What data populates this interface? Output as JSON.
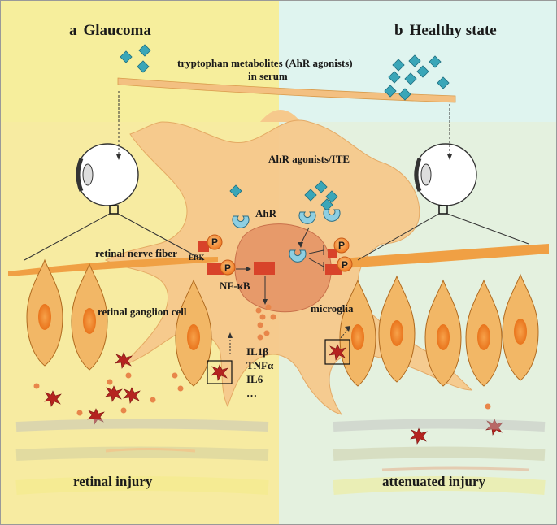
{
  "panels": {
    "left": {
      "letter": "a",
      "title": "Glaucoma",
      "bg": "#f6ee9c",
      "bg_lower": "#f4e79d"
    },
    "right": {
      "letter": "b",
      "title": "Healthy state",
      "bg": "#dff4ef",
      "bg_lower": "#e3efd5"
    }
  },
  "labels": {
    "serum_line1": "tryptophan  metabolites  (AhR agonists)",
    "serum_line2": "in serum",
    "agonists_ite": "AhR agonists/ITE",
    "ahr": "AhR",
    "erk": "ERK",
    "phospho": "P",
    "nfkb": "NF-κB",
    "retinal_nerve_fiber": "retinal nerve fiber",
    "retinal_ganglion_cell": "retinal ganglion cell",
    "microglia": "microglia",
    "cytokines": [
      "IL1β",
      "TNFα",
      "IL6",
      "…"
    ],
    "retinal_injury": "retinal injury",
    "attenuated_injury": "attenuated injury"
  },
  "colors": {
    "microglia_body": "#f6c98c",
    "nucleus": "#e79a6a",
    "neuron": "#f2b766",
    "neuron_nucleus": "#ef7f22",
    "nerve_fiber": "#f0a044",
    "ligand": "#3aa6b8",
    "receptor": "#8ecfe2",
    "kinase": "#d8432a",
    "phospho": "#f07a2a",
    "damaged_cell": "#b5231f",
    "cytokine": "#e8864a"
  },
  "icons": {
    "eye": "eye-icon",
    "ligand": "diamond-icon",
    "receptor": "receptor-icon",
    "damaged_cell": "damaged-cell-icon"
  }
}
